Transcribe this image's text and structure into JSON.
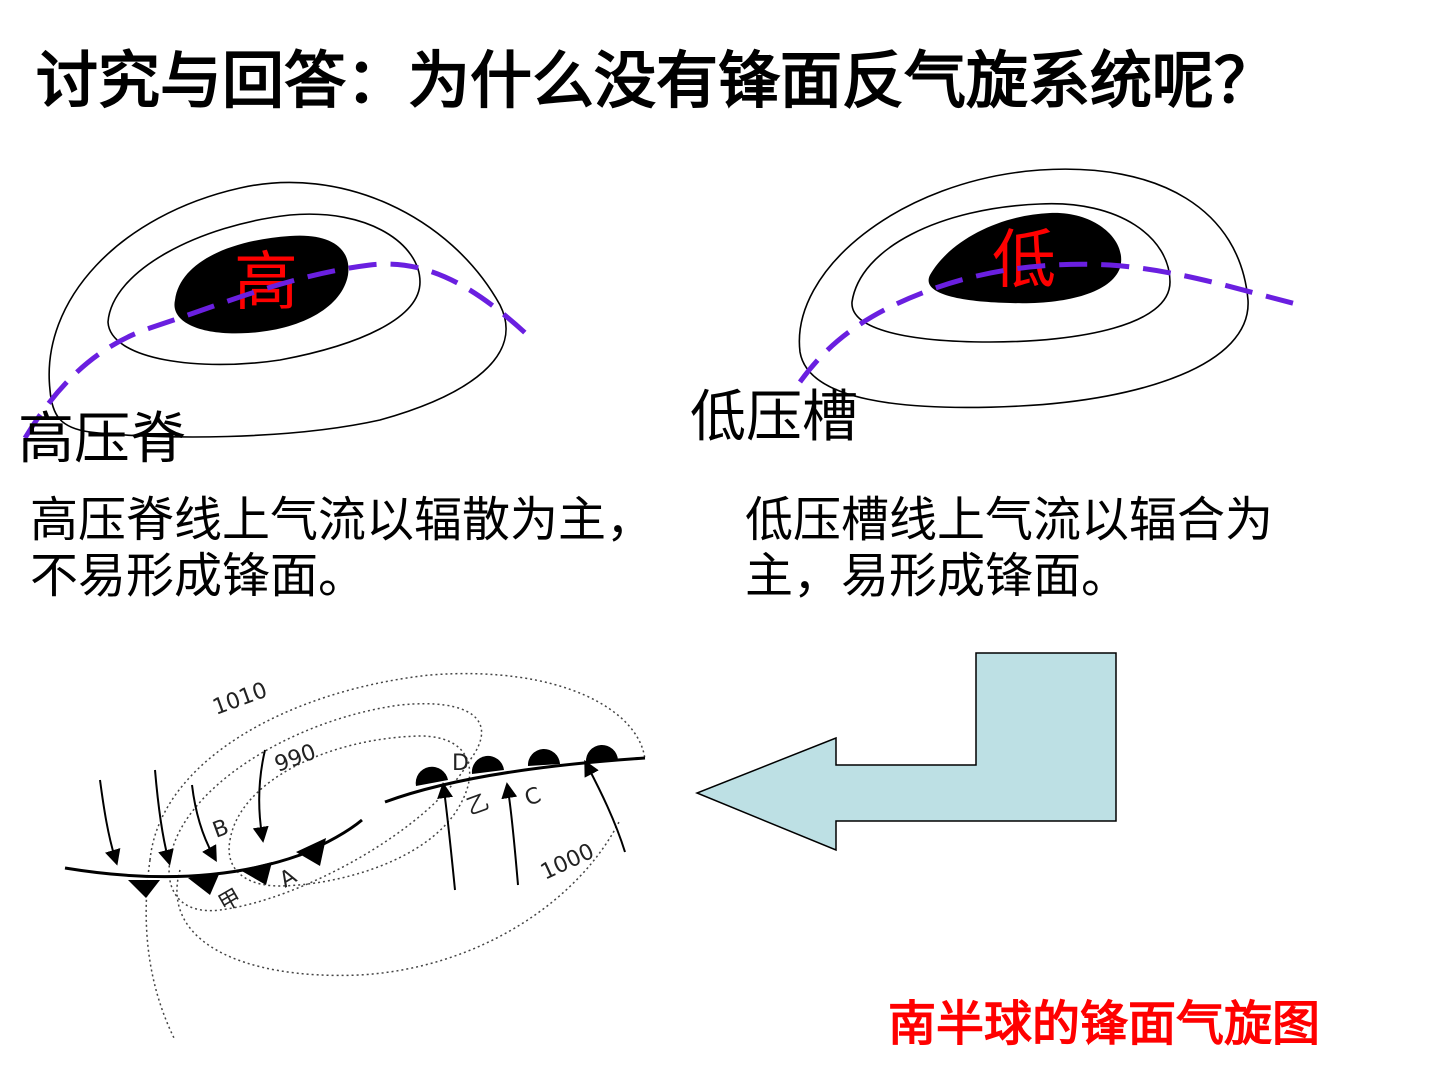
{
  "slide": {
    "title": "讨究与回答：为什么没有锋面反气旋系统呢？",
    "ridge": {
      "center_label": "高",
      "name": "高压脊",
      "explanation_lines": [
        "高压脊线上气流以辐散为主，",
        "不易形成锋面。"
      ]
    },
    "trough": {
      "center_label": "低",
      "name": "低压槽",
      "explanation_lines": [
        "低压槽线上气流以辐合为",
        "主，易形成锋面。"
      ]
    },
    "cyclone_map": {
      "isobar_labels": [
        "1010",
        "990",
        "1000"
      ],
      "point_labels": [
        "D",
        "B",
        "C",
        "A",
        "乙",
        "甲"
      ]
    },
    "caption": "南半球的锋面气旋图"
  },
  "colors": {
    "title": "#000000",
    "center_label": "#ff0000",
    "dashed_line": "#6a1fe0",
    "caption": "#ff0000",
    "arrow_fill": "#bde0e4"
  }
}
